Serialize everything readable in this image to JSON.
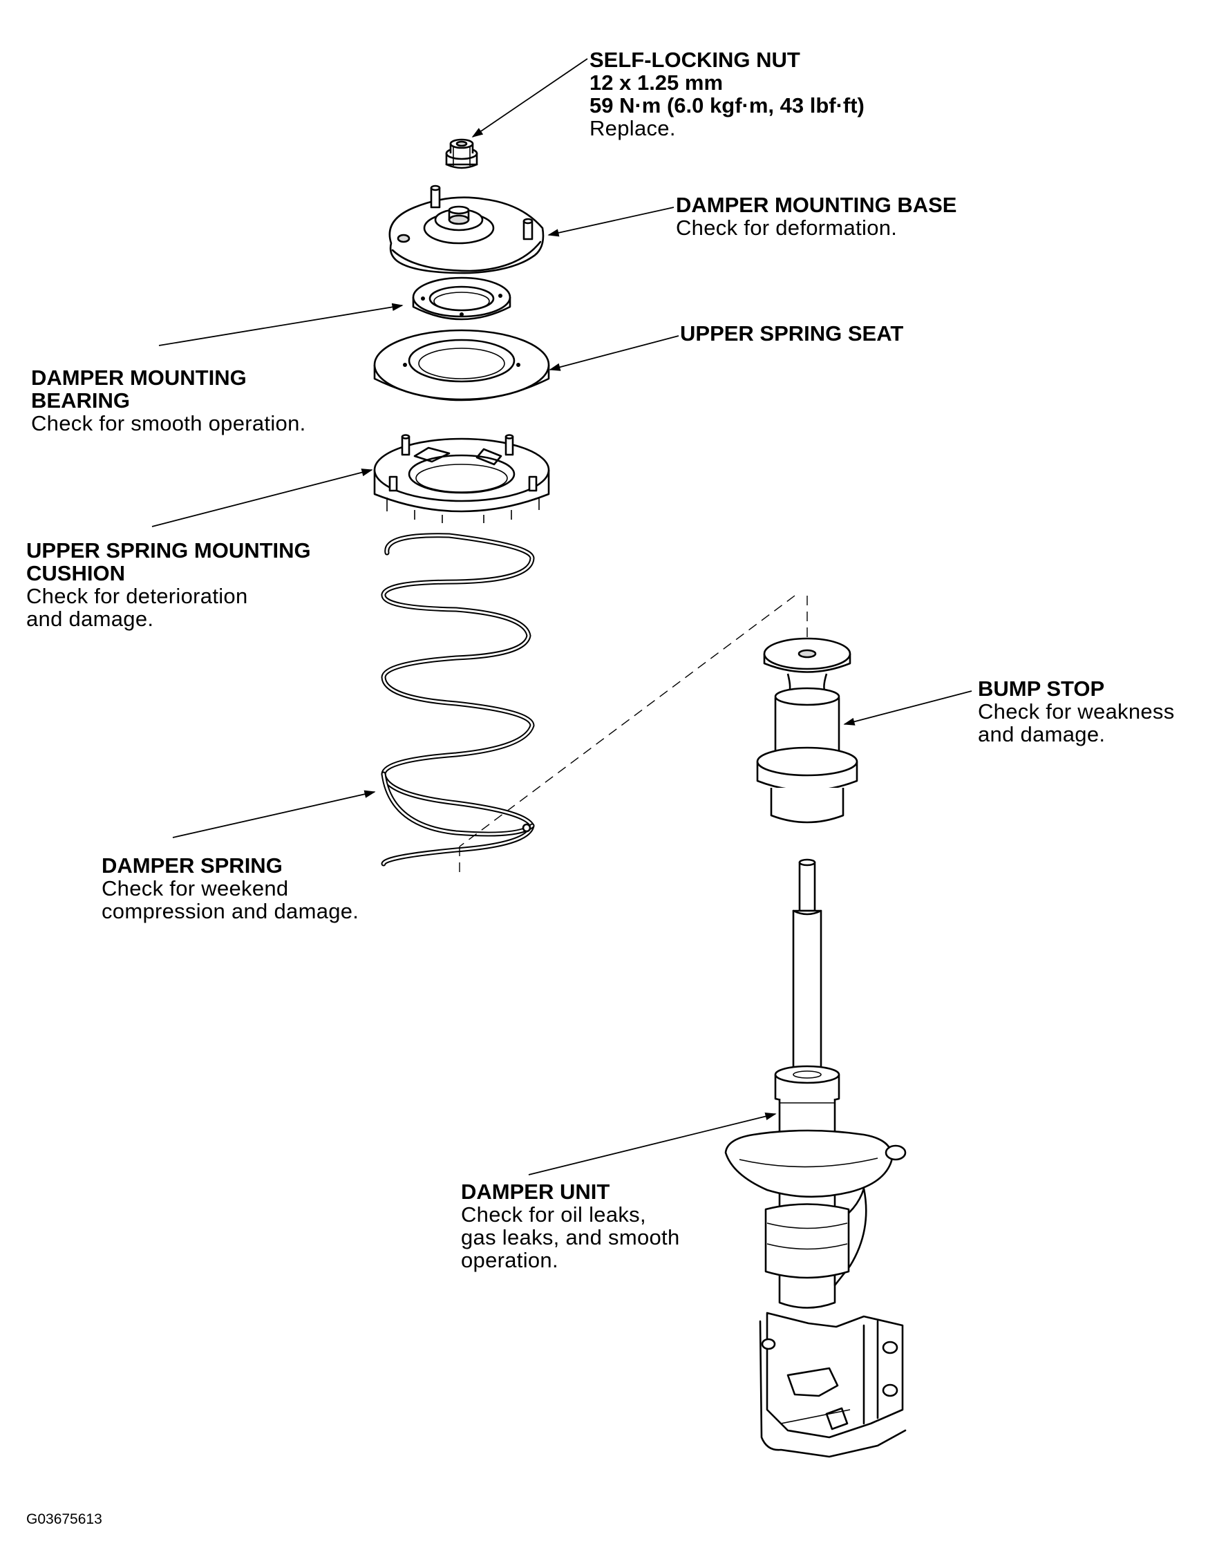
{
  "labels": {
    "self_locking_nut": {
      "title": "SELF-LOCKING NUT",
      "lines": [
        "12 x 1.25 mm",
        "59 N·m (6.0 kgf·m, 43 lbf·ft)"
      ],
      "note": "Replace."
    },
    "damper_mounting_base": {
      "title": "DAMPER MOUNTING BASE",
      "note": "Check for deformation."
    },
    "upper_spring_seat": {
      "title": "UPPER SPRING SEAT"
    },
    "damper_mounting_bearing": {
      "title_lines": [
        "DAMPER MOUNTING",
        "BEARING"
      ],
      "note": "Check for smooth operation."
    },
    "upper_spring_mounting_cushion": {
      "title_lines": [
        "UPPER SPRING MOUNTING",
        "CUSHION"
      ],
      "note_lines": [
        "Check for deterioration",
        "and damage."
      ]
    },
    "bump_stop": {
      "title": "BUMP STOP",
      "note_lines": [
        "Check for weakness",
        "and damage."
      ]
    },
    "damper_spring": {
      "title": "DAMPER SPRING",
      "note_lines": [
        "Check for weekend",
        "compression and damage."
      ]
    },
    "damper_unit": {
      "title": "DAMPER UNIT",
      "note_lines": [
        "Check for oil leaks,",
        "gas leaks, and smooth",
        "operation."
      ]
    }
  },
  "figure_id": "G03675613"
}
